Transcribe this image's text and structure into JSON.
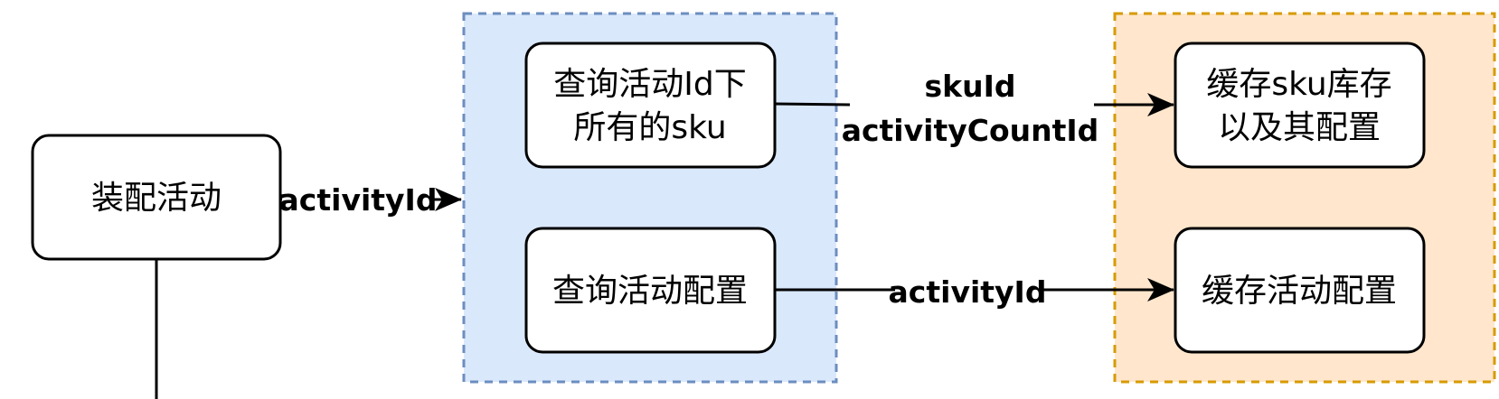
{
  "colors": {
    "blue_group_fill": "#dae8fc",
    "blue_group_stroke": "#6c8ebf",
    "orange_group_fill": "#ffe6cc",
    "orange_group_stroke": "#d79b00",
    "node_fill": "#ffffff",
    "node_stroke": "#000000",
    "edge": "#000000"
  },
  "nodes": {
    "assemble": {
      "label": "装配活动"
    },
    "query_skus": {
      "line1": "查询活动Id下",
      "line2": "所有的sku"
    },
    "query_config": {
      "label": "查询活动配置"
    },
    "cache_sku": {
      "line1": "缓存sku库存",
      "line2": "以及其配置"
    },
    "cache_config": {
      "label": "缓存活动配置"
    }
  },
  "edges": {
    "assemble_to_query": {
      "label": "activityId"
    },
    "skus_to_cache": {
      "line1": "skuId",
      "line2": "activityCountId"
    },
    "config_to_cache": {
      "label": "activityId"
    }
  }
}
